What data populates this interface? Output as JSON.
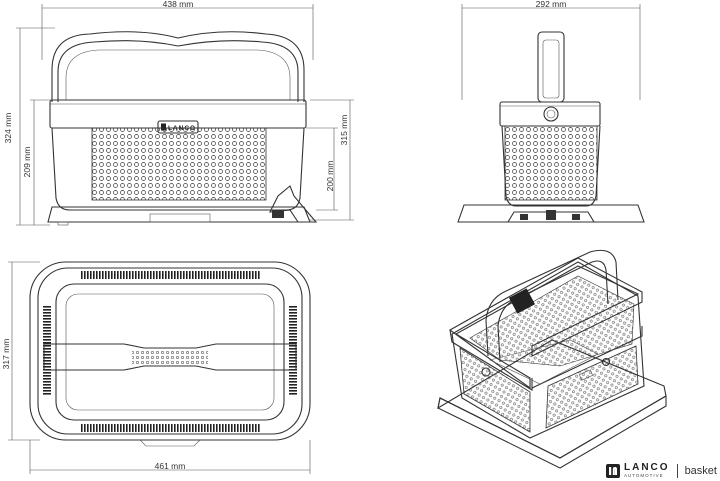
{
  "dimensions": {
    "front_width": "438 mm",
    "side_width": "292 mm",
    "front_height_total": "324 mm",
    "front_height_body": "209 mm",
    "front_height_handle_right": "315 mm",
    "front_height_inner_right": "200 mm",
    "top_depth": "317 mm",
    "top_width": "461 mm"
  },
  "product_label": {
    "name": "LANCO",
    "sub": "AUTOMOTIVE"
  },
  "brand": {
    "name": "LANCO",
    "sub": "AUTOMOTIVE",
    "product": "basket"
  }
}
